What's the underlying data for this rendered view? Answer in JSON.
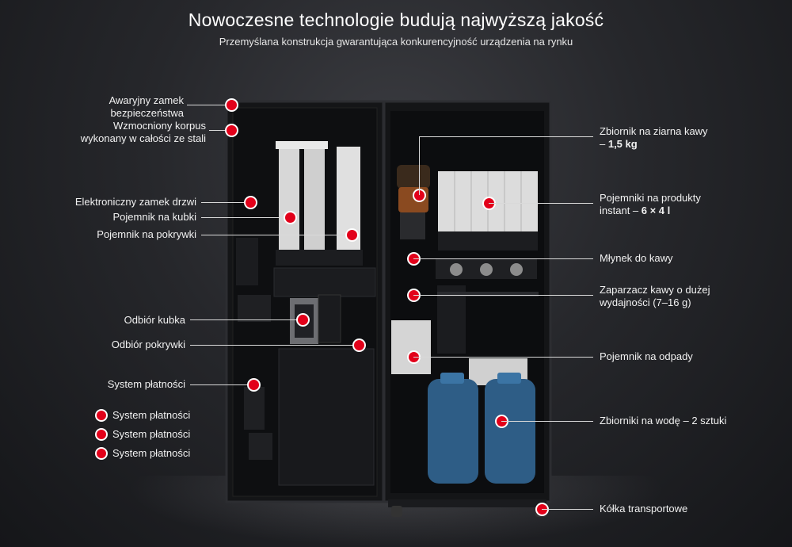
{
  "header": {
    "title": "Nowoczesne technologie budują najwyższą jakość",
    "subtitle": "Przemyślana konstrukcja gwarantująca konkurencyjność urządzenia na rynku"
  },
  "callouts_left": {
    "emergency_lock": "Awaryjny zamek\nbezpieczeństwa",
    "steel_body": "Wzmocniony korpus\nwykonany w całości ze stali",
    "electronic_lock": "Elektroniczny zamek drzwi",
    "cup_container": "Pojemnik na kubki",
    "lid_container": "Pojemnik na pokrywki",
    "cup_pickup": "Odbiór kubka",
    "lid_pickup": "Odbiór pokrywki",
    "payment_system": "System płatności"
  },
  "callouts_right": {
    "bean_tank": {
      "text": "Zbiornik na ziarna kawy\n– ",
      "bold": "1,5 kg"
    },
    "instant_containers": {
      "text": "Pojemniki na produkty\ninstant – ",
      "bold": "6 × 4 l"
    },
    "grinder": "Młynek do kawy",
    "brewer": "Zaparzacz kawy o dużej\nwydajności (7–16 g)",
    "waste_container": "Pojemnik na odpady",
    "water_tanks": "Zbiorniki na wodę – 2 sztuki",
    "wheels": "Kółka transportowe"
  },
  "legend": [
    "System płatności",
    "System płatności",
    "System płatności"
  ],
  "colors": {
    "accent": "#e2001a",
    "background": "#26272b",
    "machine": "#111214"
  }
}
